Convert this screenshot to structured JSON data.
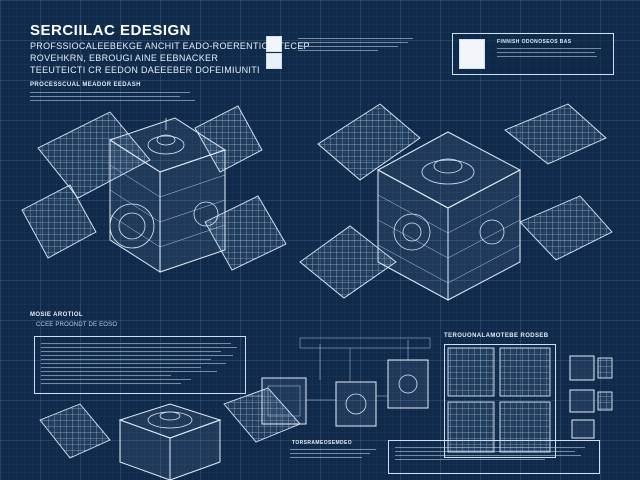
{
  "header": {
    "title": "SERCIILAC EDESIGN",
    "sub1": "PROFSSIOCALEEBEKGE ANCHIT EADO-ROERENTION TECEP",
    "sub2": "ROVEHKRN, EBROUGI AINE EEBNACKER",
    "sub3": "TEEUTEICTI CR EEDON DAEEEBER DOFEIMIUNITI",
    "sub4": "PROCESSCUAL MEADOR EEDASH"
  },
  "labels": {
    "mid_left_1": "MOSIE AROTIOL",
    "mid_left_2": "CCEE PROONDT DE EOSO",
    "right_block": "TEROUONALAMOTEBE RODSEB",
    "top_right_box": "FINNISH ODONOSEOS BAS",
    "bottom_center_label": "TORSRAMEOSEMDEO"
  },
  "colors": {
    "background": "#0f2a4a",
    "line": "#dce8f5",
    "panel_fill": "#b7cbe2"
  }
}
